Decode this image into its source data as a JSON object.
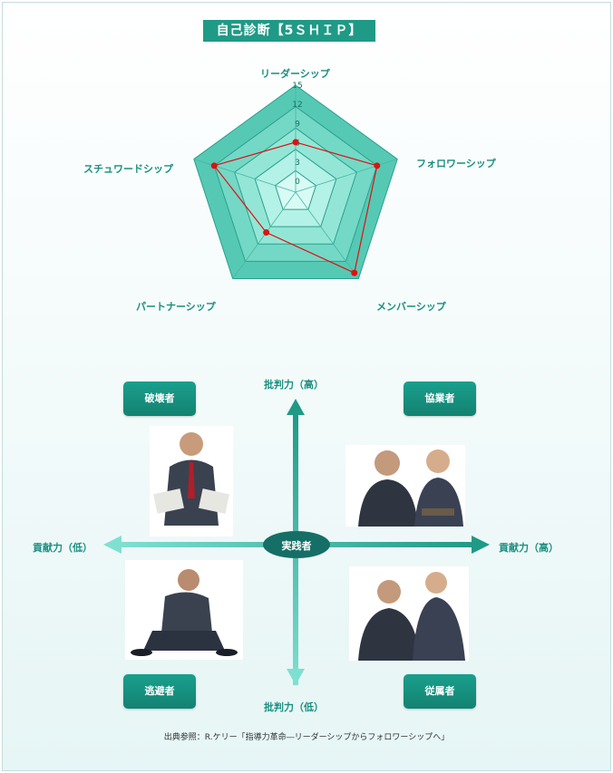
{
  "title": "自己診断【5ＳＨＩＰ】",
  "chart_data": {
    "type": "radar",
    "axes": [
      "リーダーシップ",
      "フォロワーシップ",
      "メンバーシップ",
      "パートナーシップ",
      "スチュワードシップ"
    ],
    "ticks": [
      "15",
      "12",
      "9",
      "6",
      "3",
      "0"
    ],
    "tick_values": [
      15,
      12,
      9,
      6,
      3,
      0
    ],
    "range": [
      0,
      15
    ],
    "values": [
      7,
      12,
      14,
      7,
      12
    ],
    "line_color": "#e01010",
    "fill_colors": [
      "#56c9b4",
      "#74d8c6",
      "#93e6d6",
      "#b4f1e6",
      "#d9fbf6"
    ]
  },
  "matrix": {
    "center": "実践者",
    "quadrants": {
      "top_left": "破壊者",
      "top_right": "協業者",
      "bottom_left": "逃避者",
      "bottom_right": "従属者"
    },
    "axis_top": "批判力（高）",
    "axis_bottom": "批判力（低）",
    "axis_left": "貢献力（低）",
    "axis_right": "貢献力（高）"
  },
  "source": "出典参照：R.ケリー「指導力革命―リーダーシップからフォロワーシップへ」"
}
